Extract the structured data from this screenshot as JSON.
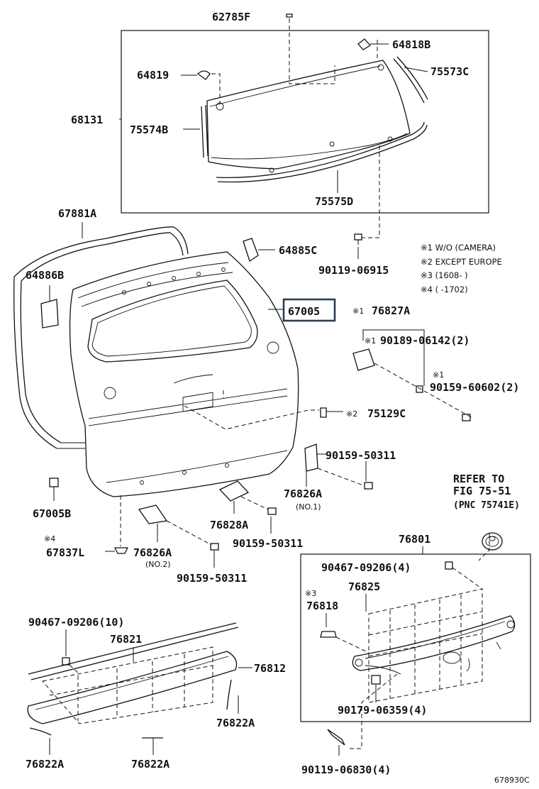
{
  "diagram": {
    "figure_id": "678930C",
    "highlighted_part": "67005",
    "parts": {
      "p62785F": "62785F",
      "p64818B": "64818B",
      "p64819": "64819",
      "p75573C": "75573C",
      "p68131": "68131",
      "p75574B": "75574B",
      "p75575D": "75575D",
      "p67881A": "67881A",
      "p64885C": "64885C",
      "p90119_06915": "90119-06915",
      "p64886B": "64886B",
      "p67005": "67005",
      "p76827A": "76827A",
      "p90189_06142": "90189-06142(2)",
      "p90159_60602": "90159-60602(2)",
      "p75129C": "75129C",
      "p90159_50311_a": "90159-50311",
      "p76826A_1": "76826A",
      "p76826A_1_sub": "(NO.1)",
      "p67005B": "67005B",
      "p76828A": "76828A",
      "p90159_50311_b": "90159-50311",
      "p67837L": "67837L",
      "p76826A_2": "76826A",
      "p76826A_2_sub": "(NO.2)",
      "p90159_50311_c": "90159-50311",
      "p76801": "76801",
      "p90467_09206_4": "90467-09206(4)",
      "p76825": "76825",
      "p76818": "76818",
      "p90467_09206_10": "90467-09206(10)",
      "p76821": "76821",
      "p76812": "76812",
      "p90179_06359": "90179-06359(4)",
      "p76822A_a": "76822A",
      "p76822A_b": "76822A",
      "p76822A_c": "76822A",
      "p90119_06830": "90119-06830(4)"
    },
    "marks": {
      "m1": "※1",
      "m1b": "※1",
      "m1c": "※1",
      "m2": "※2",
      "m3": "※3",
      "m4": "※4"
    },
    "legend": {
      "l1": "※1 W/O (CAMERA)",
      "l2": "※2 EXCEPT EUROPE",
      "l3": "※3 (1608-        )",
      "l4": "※4 (        -1702)"
    },
    "refer": {
      "line1": "REFER TO",
      "line2": "FIG 75-51",
      "line3": "(PNC 75741E)"
    }
  }
}
